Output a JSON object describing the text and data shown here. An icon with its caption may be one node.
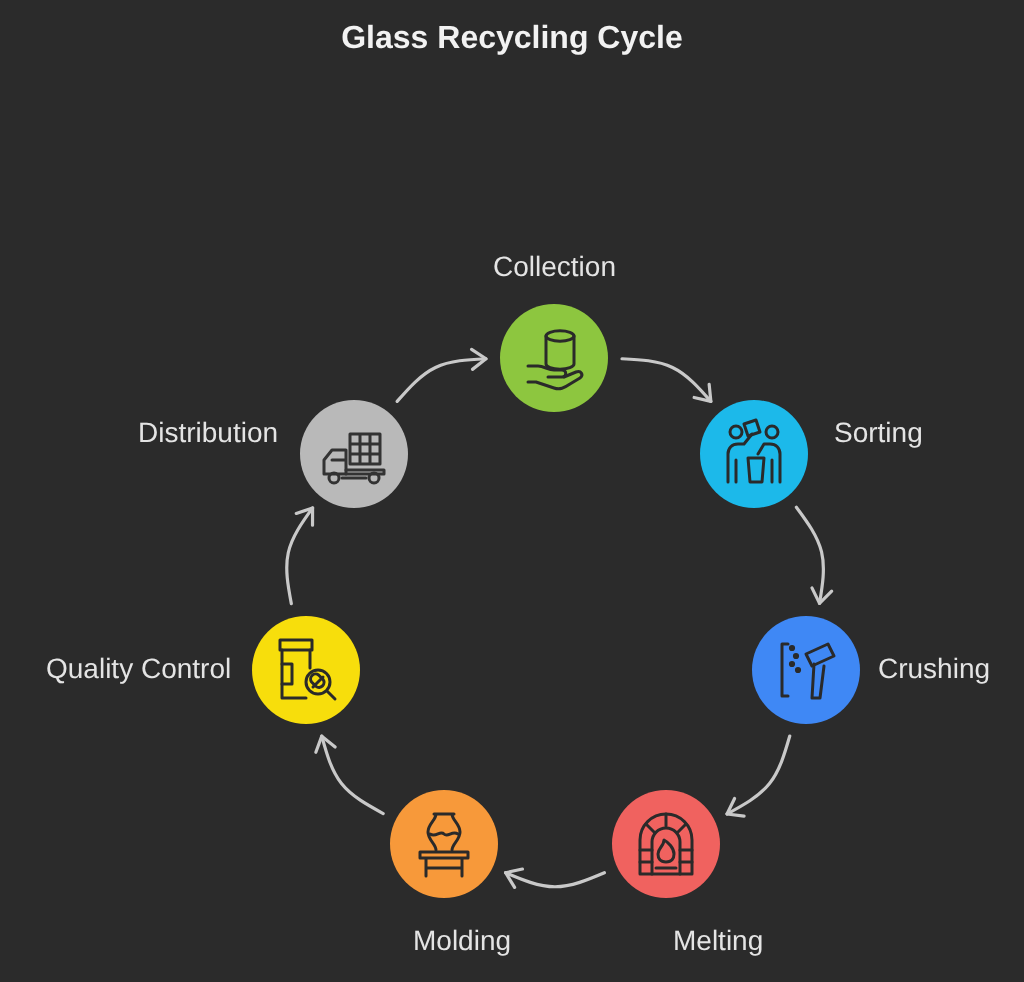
{
  "diagram": {
    "title": "Glass Recycling Cycle",
    "nodes": [
      {
        "text": [
          "Collection"
        ]
      },
      {
        "text": [
          "Sorting"
        ]
      },
      {
        "text": [
          "Crushing"
        ]
      },
      {
        "text": [
          "Melting"
        ]
      },
      {
        "text": [
          "Molding"
        ]
      },
      {
        "text": [
          "Quality Control"
        ]
      },
      {
        "text": [
          "Distribution"
        ]
      }
    ],
    "edges": [
      {
        "from": 0,
        "to": 1,
        "arrow": "to"
      },
      {
        "from": 1,
        "to": 2,
        "arrow": "to"
      },
      {
        "from": 2,
        "to": 3,
        "arrow": "to"
      },
      {
        "from": 3,
        "to": 4,
        "arrow": "to"
      },
      {
        "from": 4,
        "to": 5,
        "arrow": "to"
      },
      {
        "from": 5,
        "to": 6,
        "arrow": "to"
      },
      {
        "from": 6,
        "to": 0,
        "arrow": "to"
      }
    ]
  }
}
